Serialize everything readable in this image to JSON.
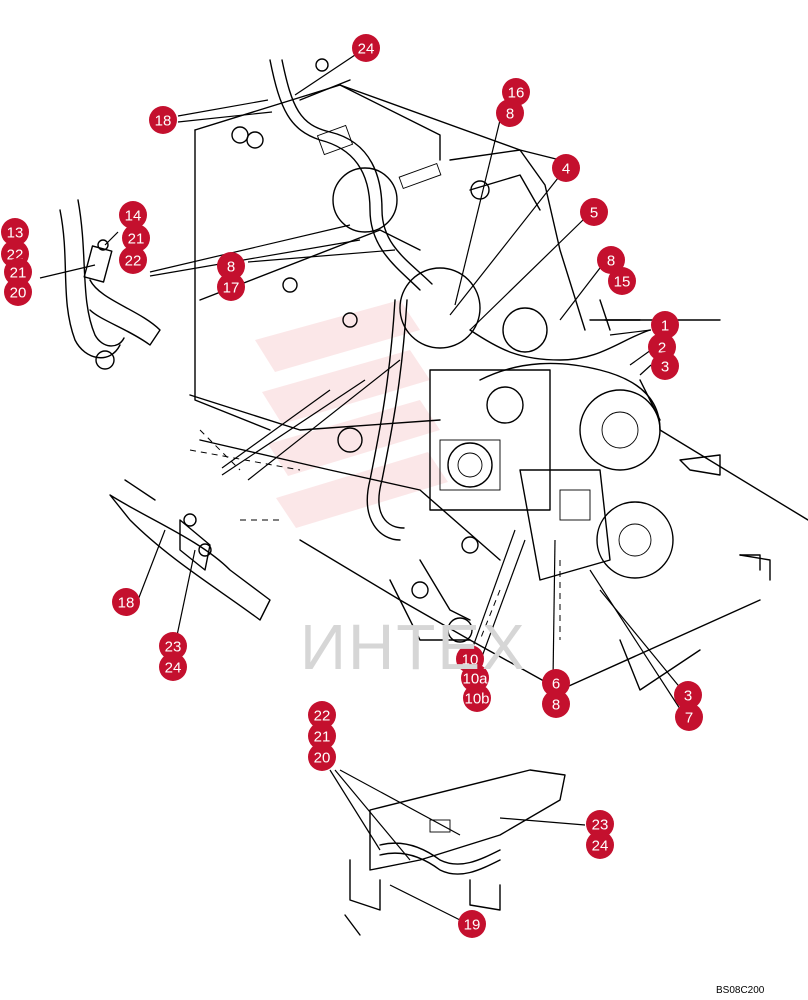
{
  "watermark": {
    "text": "ИНТЕХ",
    "color": "#f3b9bd"
  },
  "drawing_code": "BS08C200",
  "callout_color": "#c4102e",
  "callouts": [
    {
      "label": "24"
    },
    {
      "label": "18"
    },
    {
      "label": "16"
    },
    {
      "label": "8"
    },
    {
      "label": "4"
    },
    {
      "label": "5"
    },
    {
      "label": "13"
    },
    {
      "label": "14"
    },
    {
      "label": "22"
    },
    {
      "label": "21"
    },
    {
      "label": "21"
    },
    {
      "label": "22"
    },
    {
      "label": "8"
    },
    {
      "label": "20"
    },
    {
      "label": "17"
    },
    {
      "label": "8"
    },
    {
      "label": "15"
    },
    {
      "label": "1"
    },
    {
      "label": "2"
    },
    {
      "label": "3"
    },
    {
      "label": "18"
    },
    {
      "label": "23"
    },
    {
      "label": "24"
    },
    {
      "label": "10"
    },
    {
      "label": "10a"
    },
    {
      "label": "10b"
    },
    {
      "label": "6"
    },
    {
      "label": "8"
    },
    {
      "label": "3"
    },
    {
      "label": "7"
    },
    {
      "label": "22"
    },
    {
      "label": "21"
    },
    {
      "label": "20"
    },
    {
      "label": "23"
    },
    {
      "label": "24"
    },
    {
      "label": "19"
    }
  ]
}
